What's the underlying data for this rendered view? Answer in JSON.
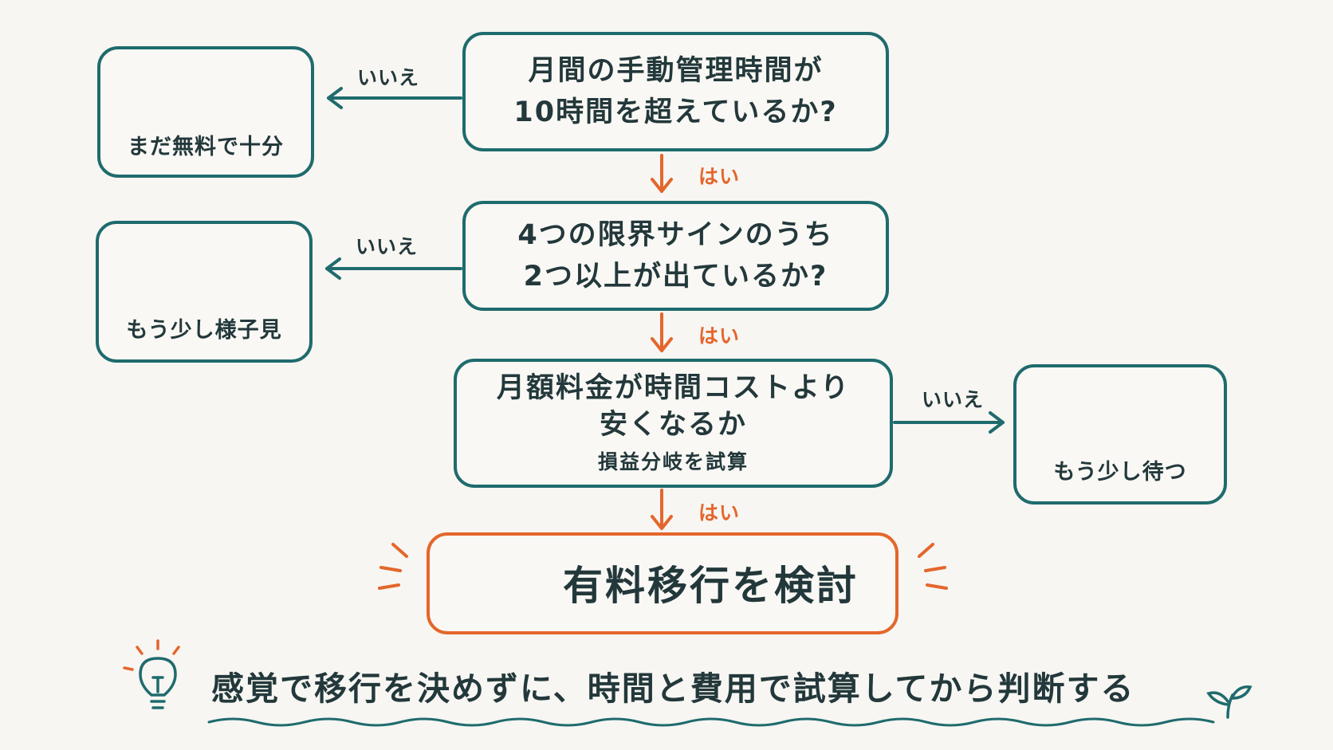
{
  "questions": [
    {
      "line1": "月間の手動管理時間が",
      "line2": "10時間を超えているか?"
    },
    {
      "line1": "4つの限界サインのうち",
      "line2": "2つ以上が出ているか?"
    },
    {
      "line1": "月額料金が時間コストより",
      "line2": "安くなるか",
      "sub": "損益分岐を試算"
    }
  ],
  "outcomes": {
    "free_enough": "まだ無料で十分",
    "wait_and_see": "もう少し様子見",
    "wait_little": "もう少し待つ"
  },
  "edge_labels": {
    "no": "いいえ",
    "yes": "はい"
  },
  "final": {
    "label": "有料移行を検討"
  },
  "footer": {
    "text": "感覚で移行を決めずに、時間と費用で試算してから判断する"
  },
  "colors": {
    "teal": "#1f6b6d",
    "orange": "#e4662c",
    "background": "#f7f6f2",
    "text": "#23383b"
  },
  "icons": [
    "coin-purse-icon",
    "heart-icon",
    "worried-face-icon",
    "hourglass-icon",
    "bar-chart-flag-icon",
    "lightbulb-icon",
    "sprout-icon"
  ]
}
